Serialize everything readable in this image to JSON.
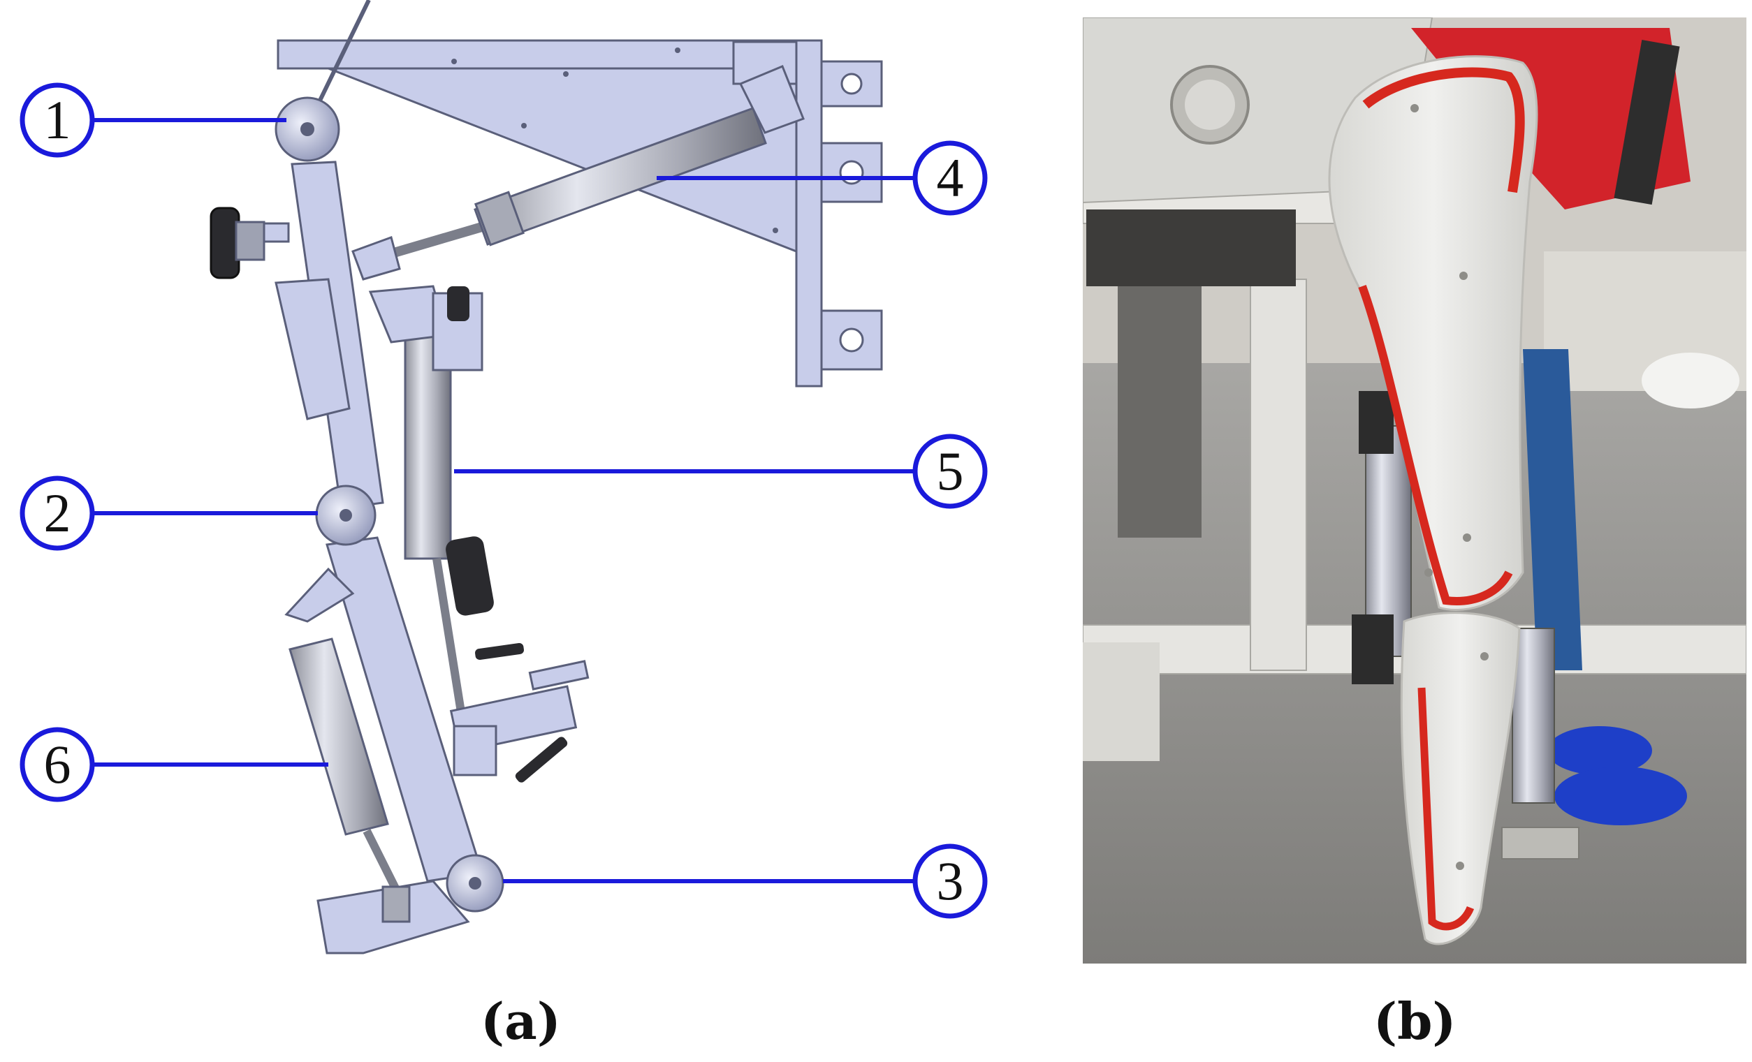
{
  "panel_a": {
    "caption": "(a)",
    "callouts": [
      {
        "label": "1"
      },
      {
        "label": "2"
      },
      {
        "label": "3"
      },
      {
        "label": "4"
      },
      {
        "label": "5"
      },
      {
        "label": "6"
      }
    ]
  },
  "panel_b": {
    "caption": "(b)"
  },
  "colors": {
    "callout_blue": "#1a1adb",
    "steel_lavender": "#c8cdea",
    "steel_outline": "#5a5f7a",
    "cylinder_gray": "#b9bbc4",
    "shell_white": "#e9e9e6",
    "red_stripe": "#d6281e",
    "floor_gray": "#9a9894",
    "shirt_red": "#d2232a",
    "jeans_blue": "#2a5a9a",
    "shoe_blue": "#1e3fc8"
  }
}
